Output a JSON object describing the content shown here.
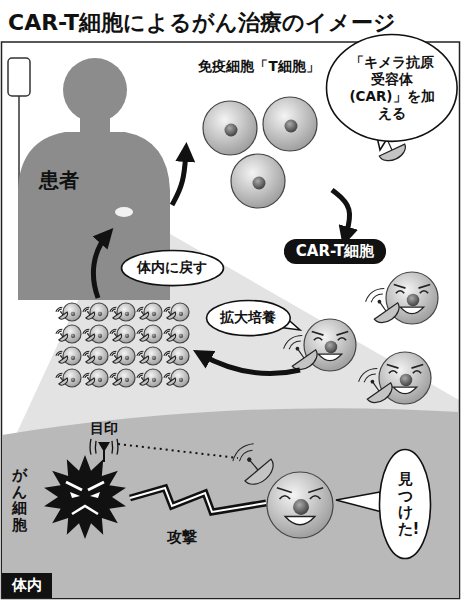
{
  "diagram": {
    "title": "CAR-T細胞によるがん治療のイメージ",
    "nodes": [
      {
        "text": [
          "患者"
        ]
      },
      {
        "text": [
          "免疫細胞「T細胞」"
        ]
      },
      {
        "text": [
          "「キメラ抗原受容体(CAR)」を加える"
        ]
      },
      {
        "text": [
          "CAR-T細胞"
        ]
      },
      {
        "text": [
          "拡大培養"
        ]
      },
      {
        "text": [
          "体内に戻す"
        ]
      },
      {
        "text": [
          "体内"
        ]
      },
      {
        "text": [
          "がん細胞"
        ],
        "in": 6
      },
      {
        "text": [
          "見つけた!"
        ],
        "in": 6
      }
    ],
    "edges": [
      {
        "from": 0,
        "to": 1,
        "arrow": "to"
      },
      {
        "from": 1,
        "to": 3,
        "arrow": "to"
      }
    ],
    "labels": [
      "目印",
      "攻撃"
    ]
  }
}
